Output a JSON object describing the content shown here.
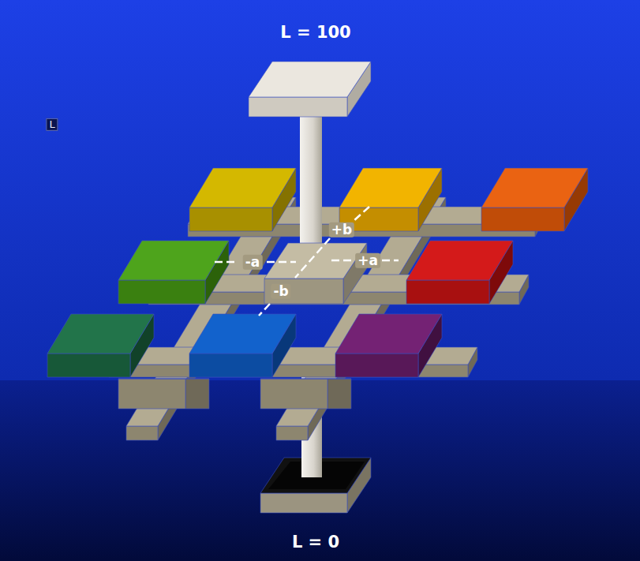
{
  "diagram": {
    "labels": [
      "L = 100",
      "L",
      "+b",
      "-a",
      "+a",
      "-b",
      "L = 0"
    ]
  }
}
